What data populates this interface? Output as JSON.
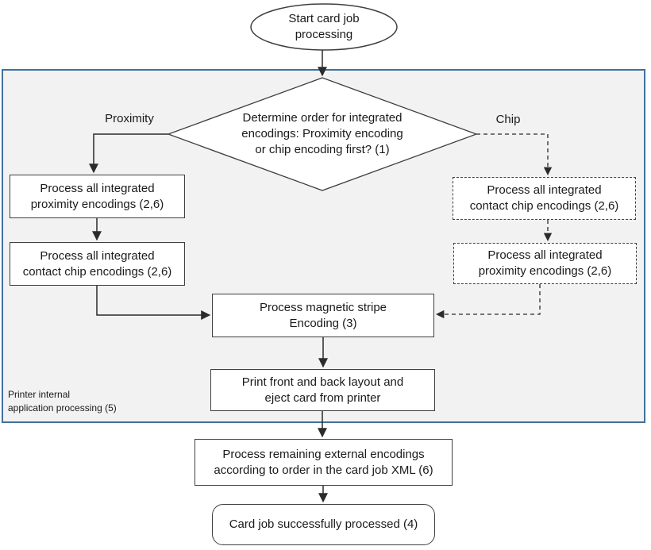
{
  "diagram": {
    "container_label": {
      "line1": "Printer internal",
      "line2": "application processing (5)"
    },
    "branch_labels": {
      "left": "Proximity",
      "right": "Chip"
    },
    "nodes": {
      "start": {
        "lines": [
          "Start card job",
          "processing"
        ]
      },
      "decision": {
        "lines": [
          "Determine order for integrated",
          "encodings: Proximity encoding",
          "or chip encoding first? (1)"
        ]
      },
      "left_proximity": {
        "lines": [
          "Process all integrated",
          "proximity encodings (2,6)"
        ]
      },
      "left_chip": {
        "lines": [
          "Process all integrated",
          "contact chip encodings (2,6)"
        ]
      },
      "right_chip": {
        "lines": [
          "Process all integrated",
          "contact chip encodings (2,6)"
        ]
      },
      "right_proximity": {
        "lines": [
          "Process all integrated",
          "proximity encodings (2,6)"
        ]
      },
      "magstripe": {
        "lines": [
          "Process magnetic stripe",
          "Encoding (3)"
        ]
      },
      "print_eject": {
        "lines": [
          "Print front and back layout and",
          "eject card from printer"
        ]
      },
      "external": {
        "lines": [
          "Process remaining external encodings",
          "according to order in the card job XML (6)"
        ]
      },
      "end": {
        "lines": [
          "Card job successfully processed (4)"
        ]
      }
    },
    "colors": {
      "container_border": "#41719c",
      "container_fill": "#f2f2f2",
      "shape_border": "#3f3f3f",
      "connector": "#2b2b2b",
      "shape_fill": "#ffffff",
      "text": "#1a1a1a"
    }
  }
}
